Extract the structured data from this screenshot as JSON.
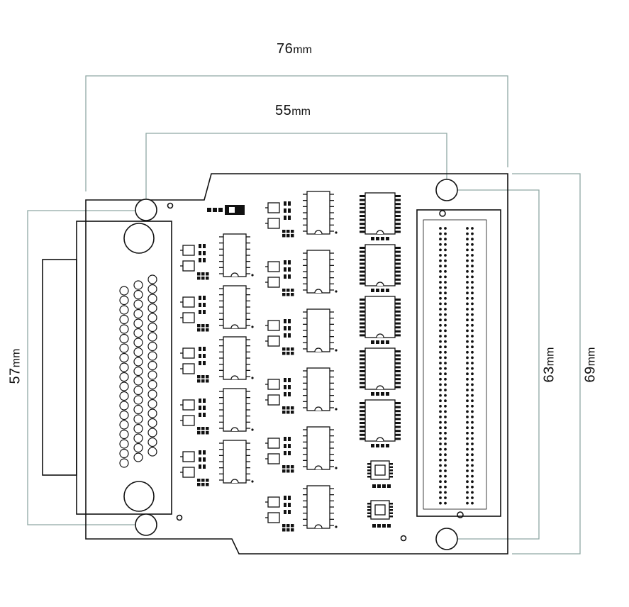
{
  "dimensions": {
    "total_width": {
      "value": "76",
      "unit": "mm"
    },
    "hole_spacing_width": {
      "value": "55",
      "unit": "mm"
    },
    "left_hole_spacing": {
      "value": "57",
      "unit": "mm"
    },
    "right_hole_spacing": {
      "value": "63",
      "unit": "mm"
    },
    "total_height": {
      "value": "69",
      "unit": "mm"
    }
  },
  "colors": {
    "board_outline": "#111111",
    "dimension_line": "#8fa8a4",
    "text": "#111111"
  }
}
